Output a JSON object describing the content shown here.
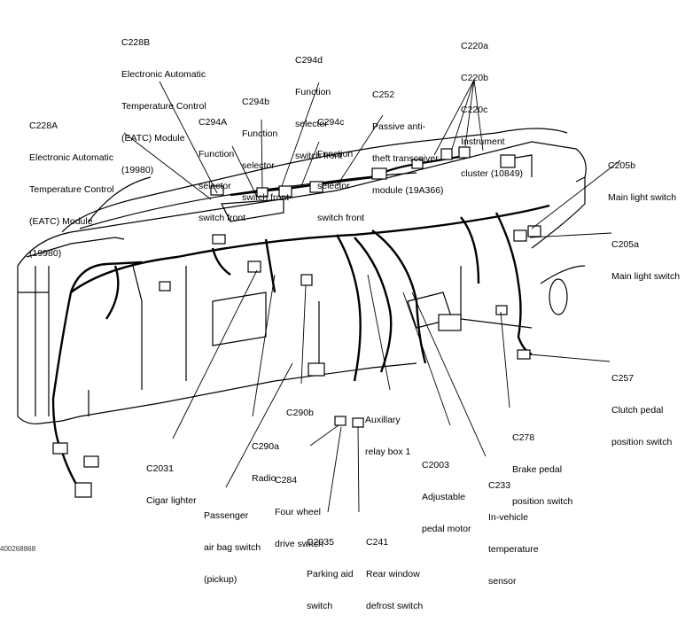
{
  "figure_id": "400268868",
  "labels": {
    "c228b": [
      "C228B",
      "Electronic Automatic",
      "Temperature Control",
      "(EATC) Module",
      "(19980)"
    ],
    "c228a": [
      "C228A",
      "Electronic Automatic",
      "Temperature Control",
      "(EATC) Module",
      "(19980)"
    ],
    "c294d": [
      "C294d",
      "Function",
      "selector",
      "switch front"
    ],
    "c294b": [
      "C294b",
      "Function",
      "selector",
      "switch front"
    ],
    "c294a": [
      "C294A",
      "Function",
      "selector",
      "switch front"
    ],
    "c294c": [
      "C294c",
      "Function",
      "selector",
      "switch front"
    ],
    "c252": [
      "C252",
      "Passive anti-",
      "theft transceiver",
      "module (19A366)"
    ],
    "c220": [
      "C220a",
      "C220b",
      "C220c",
      "Instrument",
      "cluster (10849)"
    ],
    "c205b": [
      "C205b",
      "Main light switch"
    ],
    "c205a": [
      "C205a",
      "Main light switch"
    ],
    "c257": [
      "C257",
      "Clutch pedal",
      "position switch"
    ],
    "c278": [
      "C278",
      "Brake pedal",
      "position switch"
    ],
    "c233": [
      "C233",
      "In-vehicle",
      "temperature",
      "sensor"
    ],
    "c2003": [
      "C2003",
      "Adjustable",
      "pedal motor"
    ],
    "aux": [
      "Auxillary",
      "relay box 1"
    ],
    "c290b": [
      "C290b"
    ],
    "c290a": [
      "C290a",
      "Radio"
    ],
    "c2031": [
      "C2031",
      "Cigar lighter"
    ],
    "c284": [
      "C284",
      "Four wheel",
      "drive switch"
    ],
    "passenger": [
      "Passenger",
      "air bag switch",
      "(pickup)"
    ],
    "c2035": [
      "C2035",
      "Parking aid",
      "switch"
    ],
    "c241": [
      "C241",
      "Rear window",
      "defrost switch"
    ]
  }
}
